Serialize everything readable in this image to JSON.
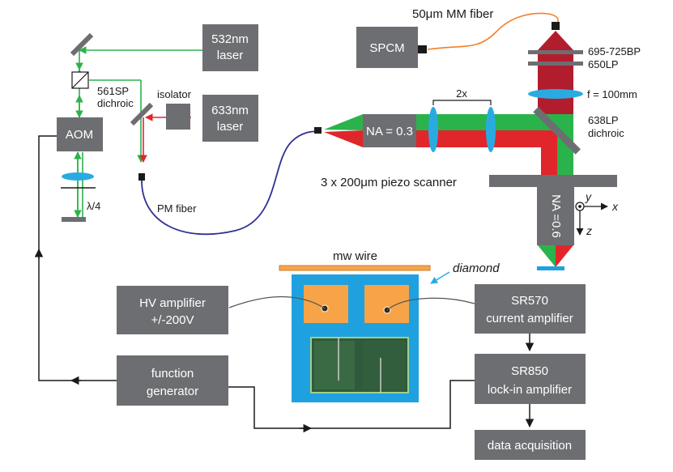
{
  "boxes": {
    "laser532": [
      "532nm",
      "laser"
    ],
    "laser633": [
      "633nm",
      "laser"
    ],
    "spcm": "SPCM",
    "aom": "AOM",
    "objective_na": "NA = 0.3",
    "objective_high_na": "NA =0.6",
    "hv_amplifier": [
      "HV amplifier",
      "+/-200V"
    ],
    "function_generator": [
      "function",
      "generator"
    ],
    "sr570": [
      "SR570",
      "current amplifier"
    ],
    "sr850": [
      "SR850",
      "lock-in amplifier"
    ],
    "data_acquisition": "data acquisition"
  },
  "labels": {
    "mm_fiber": "50μm MM fiber",
    "bp_filter": "695-725BP",
    "lp_filter": "650LP",
    "lens": "f = 100mm",
    "dichroic638": [
      "638LP",
      "dichroic"
    ],
    "dichroic561": [
      "561SP",
      "dichroic"
    ],
    "isolator": "isolator",
    "telescope": "2x",
    "piezo": "3 x 200μm piezo scanner",
    "pm_fiber": "PM fiber",
    "quarter_wave": "λ/4",
    "mw_wire": "mw wire",
    "diamond": "diamond"
  },
  "axes": {
    "x": "x",
    "y": "y",
    "z": "z"
  },
  "colors": {
    "box": "#6d6e71",
    "green_beam": "#2bb34b",
    "red_beam": "#e0262b",
    "fluorescence": "#b21d2e",
    "fiber_blue": "#2e3192",
    "fiber_orange": "#f47f2a",
    "optic_blue": "#29abe2",
    "sample_blue": "#1fa1e0",
    "electrode": "#f7a449"
  }
}
